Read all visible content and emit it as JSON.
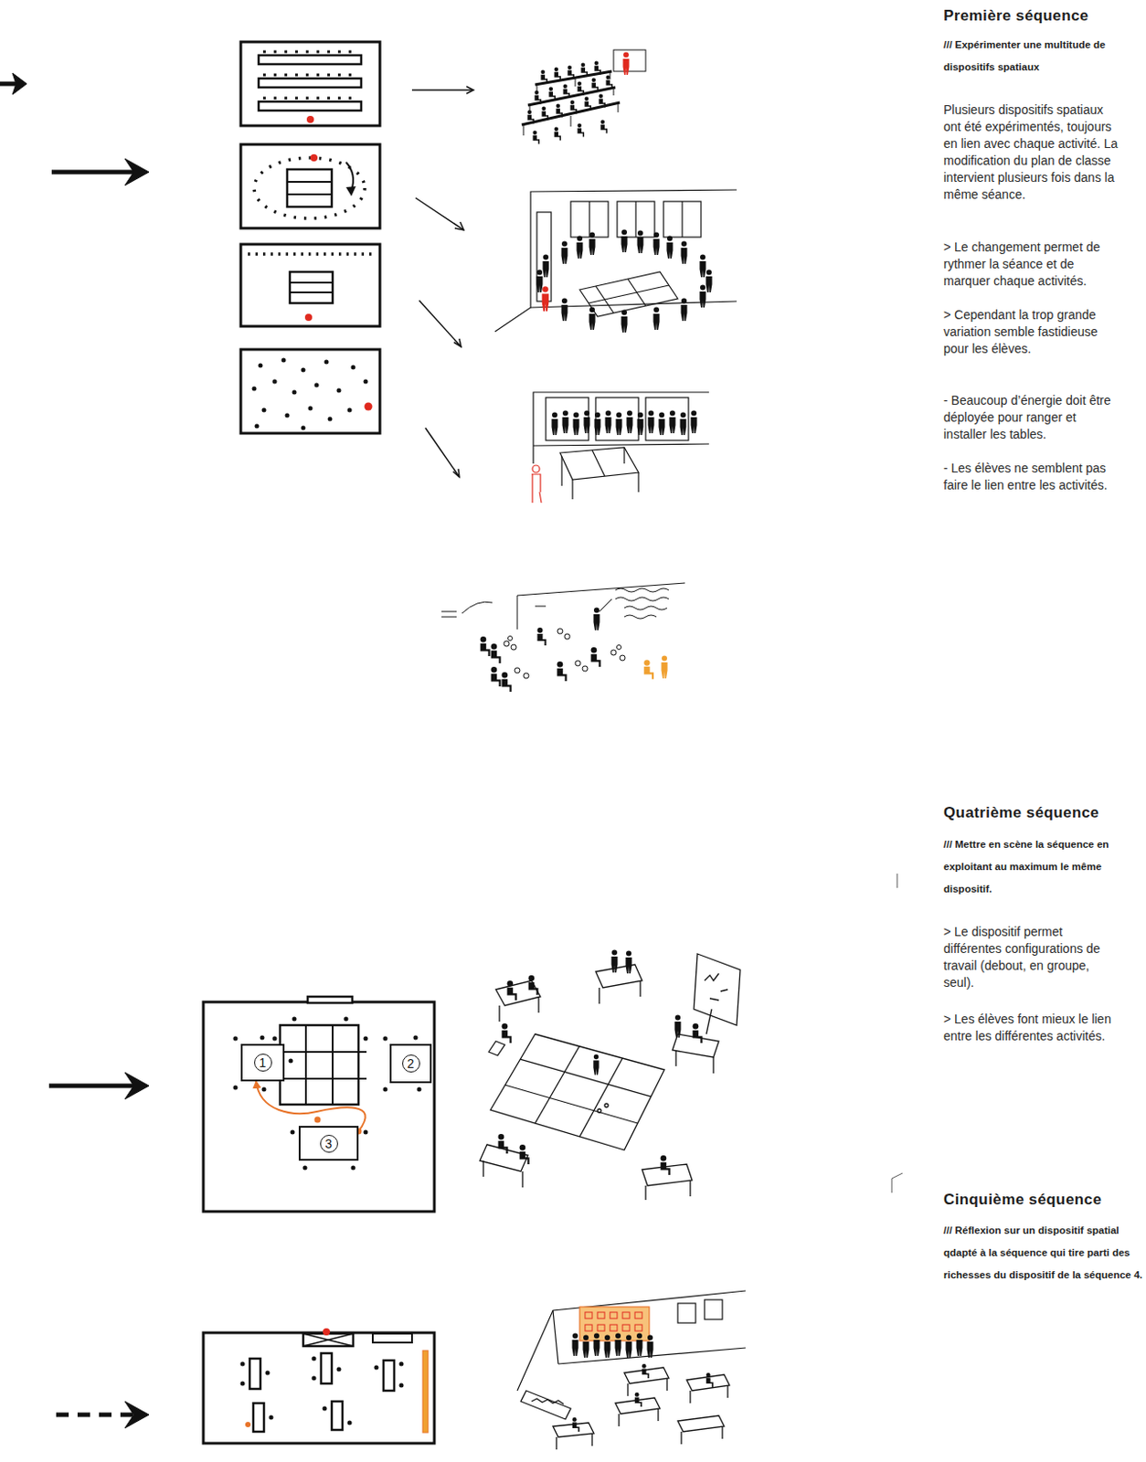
{
  "diagram": {
    "nodes": [
      {
        "text": [
          "1"
        ]
      },
      {
        "text": [
          "2"
        ]
      },
      {
        "text": [
          "3"
        ]
      }
    ],
    "edges": [
      {
        "from": 2,
        "to": 0,
        "arrow": "to"
      }
    ],
    "labels": [
      "Première séquence",
      "/// Expérimenter une multitude de dispositifs spatiaux",
      "Plusieurs dispositifs spatiaux ont été expérimentés, toujours en lien avec chaque activité. La modification du plan de classe intervient plusieurs fois dans la même séance.",
      "> Le changement permet de rythmer la séance et de marquer chaque activités.",
      "> Cependant la trop grande variation semble fastidieuse pour les élèves.",
      "- Beaucoup d’énergie doit être déployée pour ranger et installer les tables.",
      "- Les élèves ne semblent pas faire le lien entre les activités.",
      "Quatrième séquence",
      "/// Mettre en scène la séquence en exploitant au maximum le même dispositif.",
      "> Le dispositif permet différentes configurations de travail (debout, en groupe, seul).",
      "> Les élèves font mieux le lien entre les différentes activités.",
      "Cinquième séquence",
      "/// Réflexion sur un dispositif spatial qdapté à la séquence qui tire parti des richesses du dispositif de la séquence 4."
    ]
  }
}
